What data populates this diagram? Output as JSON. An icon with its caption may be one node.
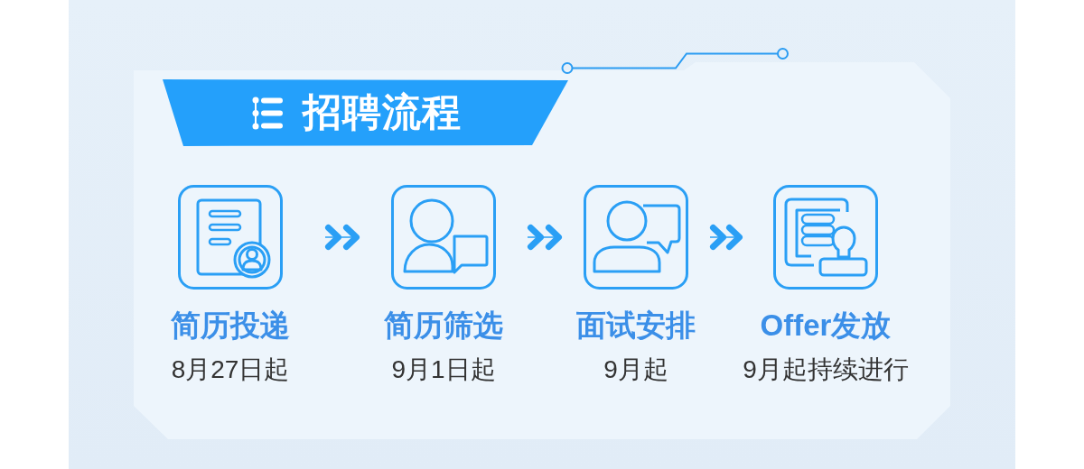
{
  "diagram": {
    "title": "招聘流程",
    "nodes": [
      {
        "text": [
          "简历投递",
          "8月27日起"
        ]
      },
      {
        "text": [
          "简历筛选",
          "9月1日起"
        ]
      },
      {
        "text": [
          "面试安排",
          "9月起"
        ]
      },
      {
        "text": [
          "Offer发放",
          "9月起持续进行"
        ]
      }
    ],
    "edges": [
      {
        "from": 0,
        "to": 1,
        "arrow": "to"
      },
      {
        "from": 1,
        "to": 2,
        "arrow": "to"
      },
      {
        "from": 2,
        "to": 3,
        "arrow": "to"
      }
    ]
  }
}
